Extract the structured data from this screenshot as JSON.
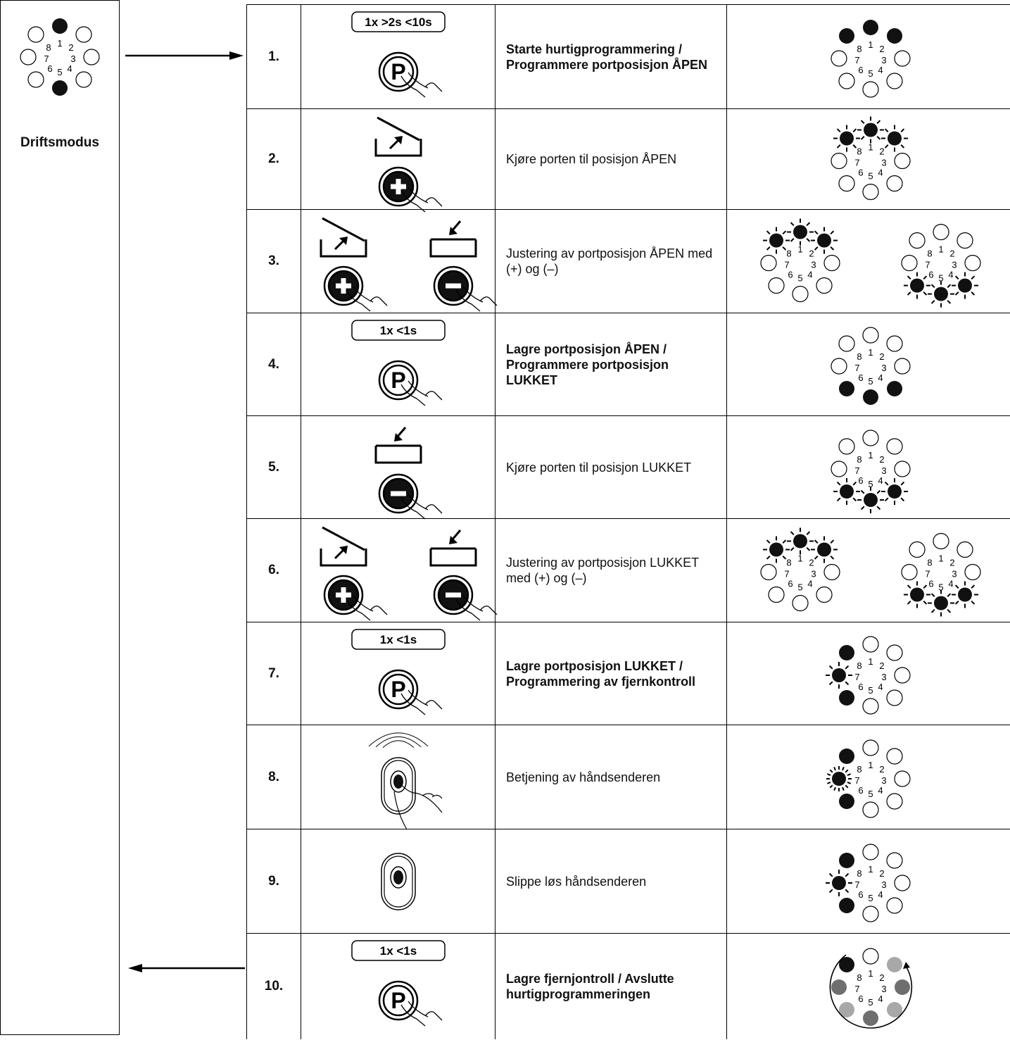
{
  "mode_panel": {
    "label": "Driftsmodus",
    "led": [
      "on",
      "off",
      "off",
      "off",
      "on",
      "off",
      "off",
      "off"
    ]
  },
  "led_numbers": [
    "1",
    "2",
    "3",
    "4",
    "5",
    "6",
    "7",
    "8"
  ],
  "badges": {
    "long": "1x  >2s <10s",
    "short": "1x  <1s"
  },
  "steps": [
    {
      "num": "1.",
      "icon": "p-long",
      "text": "Starte hurtigprogrammering / Programmere portposisjon ÅPEN",
      "bold": true,
      "leds": [
        [
          "on",
          "on",
          "off",
          "off",
          "off",
          "off",
          "off",
          "on"
        ]
      ]
    },
    {
      "num": "2.",
      "icon": "plus-open",
      "text": "Kjøre porten til posisjon ÅPEN",
      "bold": false,
      "leds": [
        [
          "blink",
          "blink",
          "off",
          "off",
          "off",
          "off",
          "off",
          "blink"
        ]
      ]
    },
    {
      "num": "3.",
      "icon": "plus-minus",
      "text": "Justering av portposisjon ÅPEN med (+) og (–)",
      "bold": false,
      "leds": [
        [
          "blink",
          "blink",
          "off",
          "off",
          "off",
          "off",
          "off",
          "blink"
        ],
        [
          "off",
          "off",
          "off",
          "blink",
          "blink",
          "blink",
          "off",
          "off"
        ]
      ]
    },
    {
      "num": "4.",
      "icon": "p-short",
      "text": "Lagre portposisjon ÅPEN / Programmere portposisjon LUKKET",
      "bold": true,
      "leds": [
        [
          "off",
          "off",
          "off",
          "on",
          "on",
          "on",
          "off",
          "off"
        ]
      ]
    },
    {
      "num": "5.",
      "icon": "minus-close",
      "text": "Kjøre porten til posisjon LUKKET",
      "bold": false,
      "leds": [
        [
          "off",
          "off",
          "off",
          "blink",
          "blink",
          "blink",
          "off",
          "off"
        ]
      ]
    },
    {
      "num": "6.",
      "icon": "plus-minus",
      "text": "Justering av portposisjon LUKKET med (+) og (–)",
      "bold": false,
      "leds": [
        [
          "blink",
          "blink",
          "off",
          "off",
          "off",
          "off",
          "off",
          "blink"
        ],
        [
          "off",
          "off",
          "off",
          "blink",
          "blink",
          "blink",
          "off",
          "off"
        ]
      ]
    },
    {
      "num": "7.",
      "icon": "p-short",
      "text": "Lagre portposisjon LUKKET / Programmering av fjernkontroll",
      "bold": true,
      "leds": [
        [
          "off",
          "off",
          "off",
          "off",
          "off",
          "on",
          "blink",
          "on"
        ]
      ]
    },
    {
      "num": "8.",
      "icon": "remote-press",
      "text": "Betjening av håndsenderen",
      "bold": false,
      "leds": [
        [
          "off",
          "off",
          "off",
          "off",
          "off",
          "on",
          "fastblink",
          "on"
        ]
      ]
    },
    {
      "num": "9.",
      "icon": "remote",
      "text": "Slippe løs håndsenderen",
      "bold": false,
      "leds": [
        [
          "off",
          "off",
          "off",
          "off",
          "off",
          "on",
          "blink",
          "on"
        ]
      ]
    },
    {
      "num": "10.",
      "icon": "p-short",
      "text": "Lagre fjernjontroll / Avslutte hurtigprogrammeringen",
      "bold": true,
      "leds": [
        [
          "off",
          "gray",
          "gray",
          "gray",
          "gray",
          "gray",
          "gray",
          "on"
        ]
      ]
    }
  ],
  "colors": {
    "on": "#111111",
    "gray": "#a8a8a8",
    "darkgray": "#6e6e6e"
  }
}
